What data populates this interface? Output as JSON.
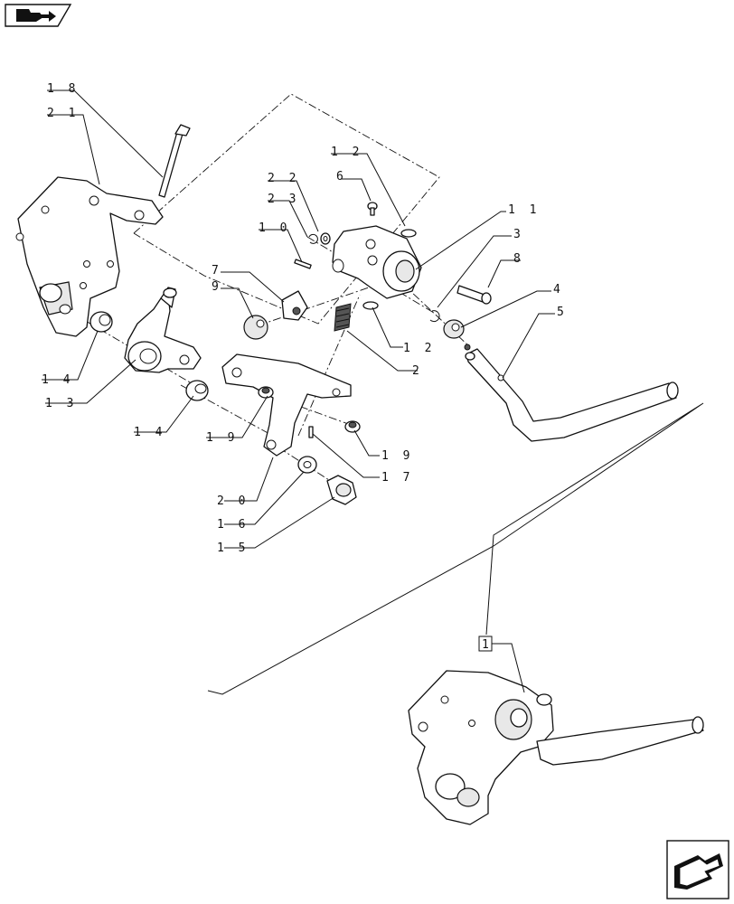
{
  "callouts": [
    {
      "id": "c1",
      "text": "1 8"
    },
    {
      "id": "c2",
      "text": "2 1"
    },
    {
      "id": "c3",
      "text": "1 2"
    },
    {
      "id": "c4",
      "text": "6"
    },
    {
      "id": "c5",
      "text": "2 2"
    },
    {
      "id": "c6",
      "text": "2 3"
    },
    {
      "id": "c7",
      "text": "1 0"
    },
    {
      "id": "c8",
      "text": "1 1"
    },
    {
      "id": "c9",
      "text": "3"
    },
    {
      "id": "c10",
      "text": "8"
    },
    {
      "id": "c11",
      "text": "7"
    },
    {
      "id": "c12",
      "text": "9"
    },
    {
      "id": "c13",
      "text": "4"
    },
    {
      "id": "c14",
      "text": "5"
    },
    {
      "id": "c15",
      "text": "1 2"
    },
    {
      "id": "c16",
      "text": "2"
    },
    {
      "id": "c17",
      "text": "1 4"
    },
    {
      "id": "c18",
      "text": "1 3"
    },
    {
      "id": "c19",
      "text": "1 4"
    },
    {
      "id": "c20",
      "text": "1 9"
    },
    {
      "id": "c21",
      "text": "1 9"
    },
    {
      "id": "c22",
      "text": "1 7"
    },
    {
      "id": "c23",
      "text": "2 0"
    },
    {
      "id": "c24",
      "text": "1 6"
    },
    {
      "id": "c25",
      "text": "1 5"
    }
  ],
  "assembly_reference": "1",
  "icons": {
    "top_left": "folder-arrow-icon",
    "bottom_right": "next-page-arrow-icon"
  }
}
